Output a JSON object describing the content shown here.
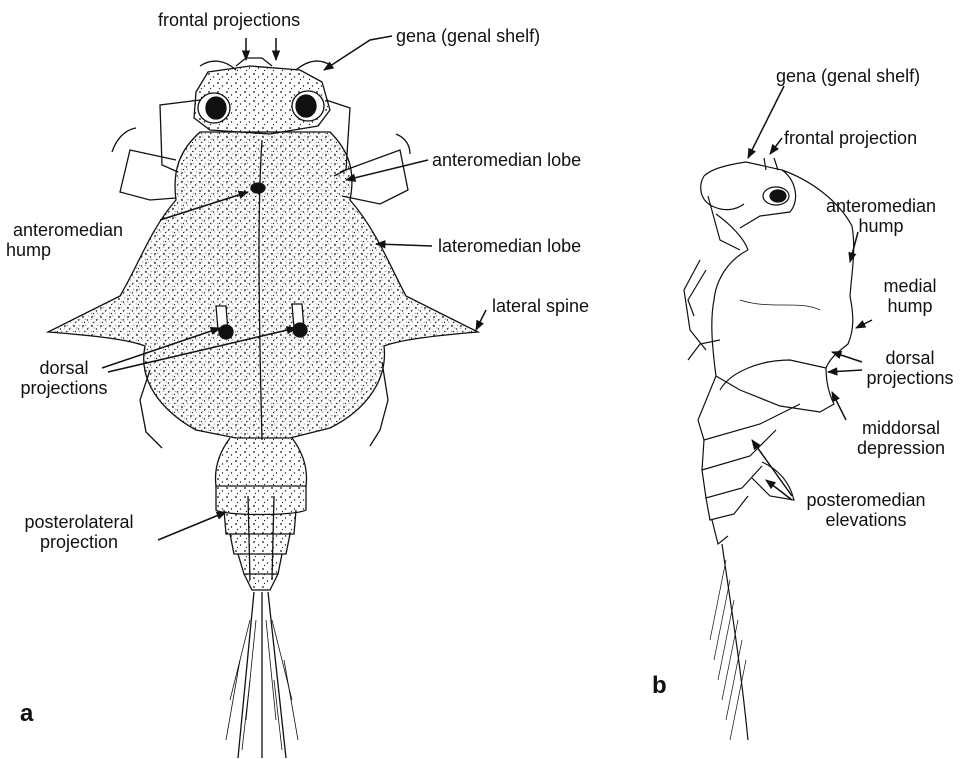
{
  "figure": {
    "panels": {
      "a": "a",
      "b": "b"
    },
    "labels_a": {
      "frontal_projections": "frontal projections",
      "gena": "gena (genal shelf)",
      "anteromedian_lobe": "anteromedian lobe",
      "anteromedian_hump_1": "anteromedian",
      "anteromedian_hump_2": "hump",
      "lateromedian_lobe": "lateromedian lobe",
      "lateral_spine": "lateral spine",
      "dorsal_projections_1": "dorsal",
      "dorsal_projections_2": "projections",
      "posterolateral_projection_1": "posterolateral",
      "posterolateral_projection_2": "projection"
    },
    "labels_b": {
      "gena": "gena (genal shelf)",
      "frontal_projection": "frontal projection",
      "anteromedian_hump_1": "anteromedian",
      "anteromedian_hump_2": "hump",
      "medial_hump_1": "medial",
      "medial_hump_2": "hump",
      "dorsal_projections_1": "dorsal",
      "dorsal_projections_2": "projections",
      "middorsal_depression_1": "middorsal",
      "middorsal_depression_2": "depression",
      "posteromedian_elevations_1": "posteromedian",
      "posteromedian_elevations_2": "elevations"
    }
  },
  "colors": {
    "ink": "#111111",
    "background": "#ffffff"
  }
}
